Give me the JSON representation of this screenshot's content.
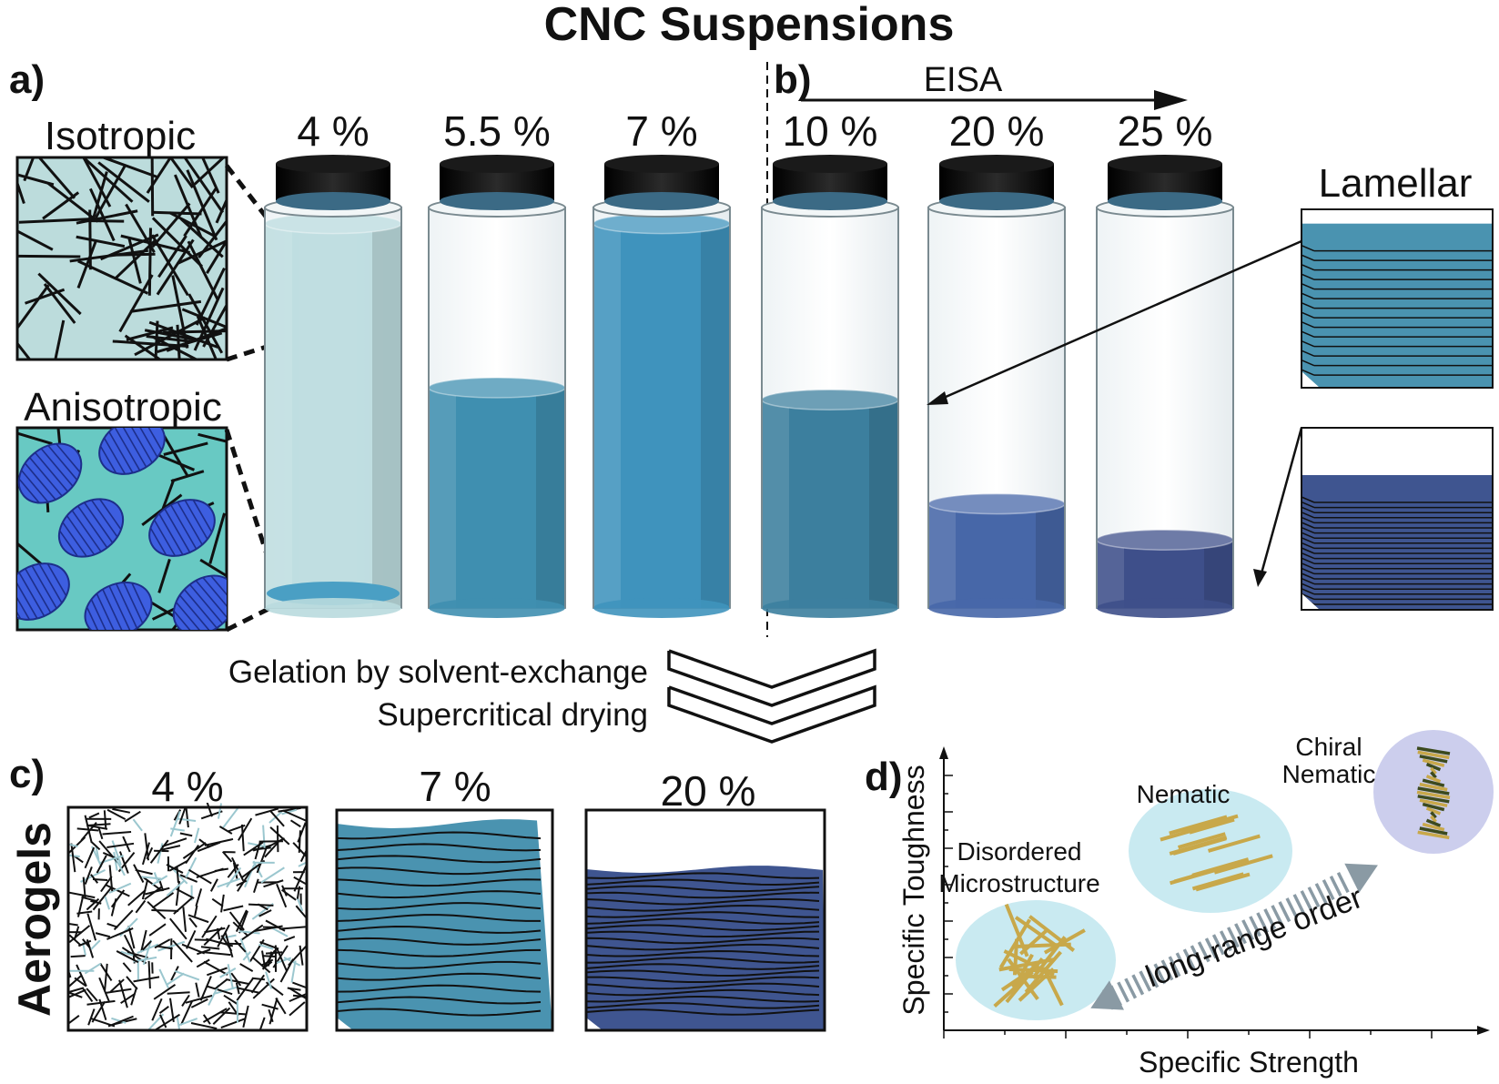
{
  "title": "CNC Suspensions",
  "panels": {
    "a": {
      "letter": "a)",
      "isotropic_label": "Isotropic",
      "anisotropic_label": "Anisotropic",
      "vials": [
        {
          "percent": "4 %",
          "fill_fraction": 0.96,
          "color": "#b9dade"
        },
        {
          "percent": "5.5 %",
          "fill_fraction": 0.55,
          "color": "#3f8fb0"
        },
        {
          "percent": "7 %",
          "fill_fraction": 0.96,
          "color": "#3f93bd"
        }
      ]
    },
    "b": {
      "letter": "b)",
      "process_label": "EISA",
      "lamellar_label": "Lamellar",
      "vials": [
        {
          "percent": "10 %",
          "fill_fraction": 0.52,
          "color": "#3c7f9e"
        },
        {
          "percent": "20 %",
          "fill_fraction": 0.26,
          "color": "#4767a8"
        },
        {
          "percent": "25 %",
          "fill_fraction": 0.17,
          "color": "#3e4f8a"
        }
      ]
    },
    "process": {
      "step1": "Gelation by solvent-exchange",
      "step2": "Supercritical drying"
    },
    "c": {
      "letter": "c)",
      "row_label": "Aerogels",
      "samples": [
        "4 %",
        "7 %",
        "20 %"
      ]
    },
    "d": {
      "letter": "d)",
      "ylabel": "Specific Toughness",
      "xlabel": "Specific Strength",
      "regions": {
        "disordered": "Disordered Microstructure",
        "disordered_line1": "Disordered",
        "disordered_line2": "Microstructure",
        "nematic": "Nematic",
        "chiral_line1": "Chiral",
        "chiral_line2": "Nematic"
      },
      "arrow_label": "long-range order"
    }
  },
  "colors": {
    "isotropic_bg": "#bcdcdc",
    "anisotropic_bg": "#68c9c3",
    "tactoid": "#3d5ee0",
    "lamellar_teal": "#4a93b0",
    "lamellar_navy": "#3f5590",
    "cap": "#1a1a1a",
    "rod_gold": "#c8a84a"
  }
}
